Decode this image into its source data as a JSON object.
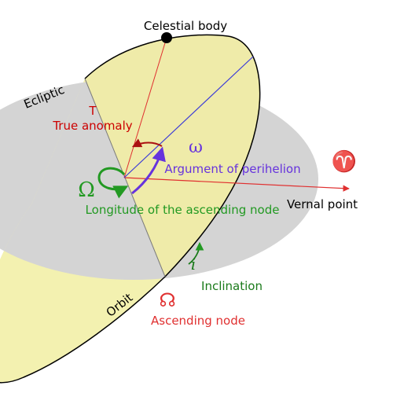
{
  "labels": {
    "celestial_body": "Celestial body",
    "ecliptic": "Ecliptic",
    "orbit": "Orbit",
    "true_anomaly_symbol": "T",
    "true_anomaly": "True anomaly",
    "omega_symbol": "ω",
    "argument_of_perihelion": "Argument of perihelion",
    "ascending_node_longitude_symbol": "Ω",
    "longitude_ascending_node": "Longitude of the ascending node",
    "vernal_point_symbol": "♈",
    "vernal_point": "Vernal point",
    "inclination_symbol": "i",
    "inclination": "Inclination",
    "ascending_node_symbol": "☊",
    "ascending_node": "Ascending node"
  },
  "colors": {
    "ecliptic_plane": "#d4d4d4",
    "orbit_plane": "#f3f1b0",
    "red": "#cc0000",
    "blue": "#3a3ad8",
    "purple": "#6633dd",
    "green": "#229922",
    "dark_green": "#1a7a1a",
    "text": "#000000"
  }
}
